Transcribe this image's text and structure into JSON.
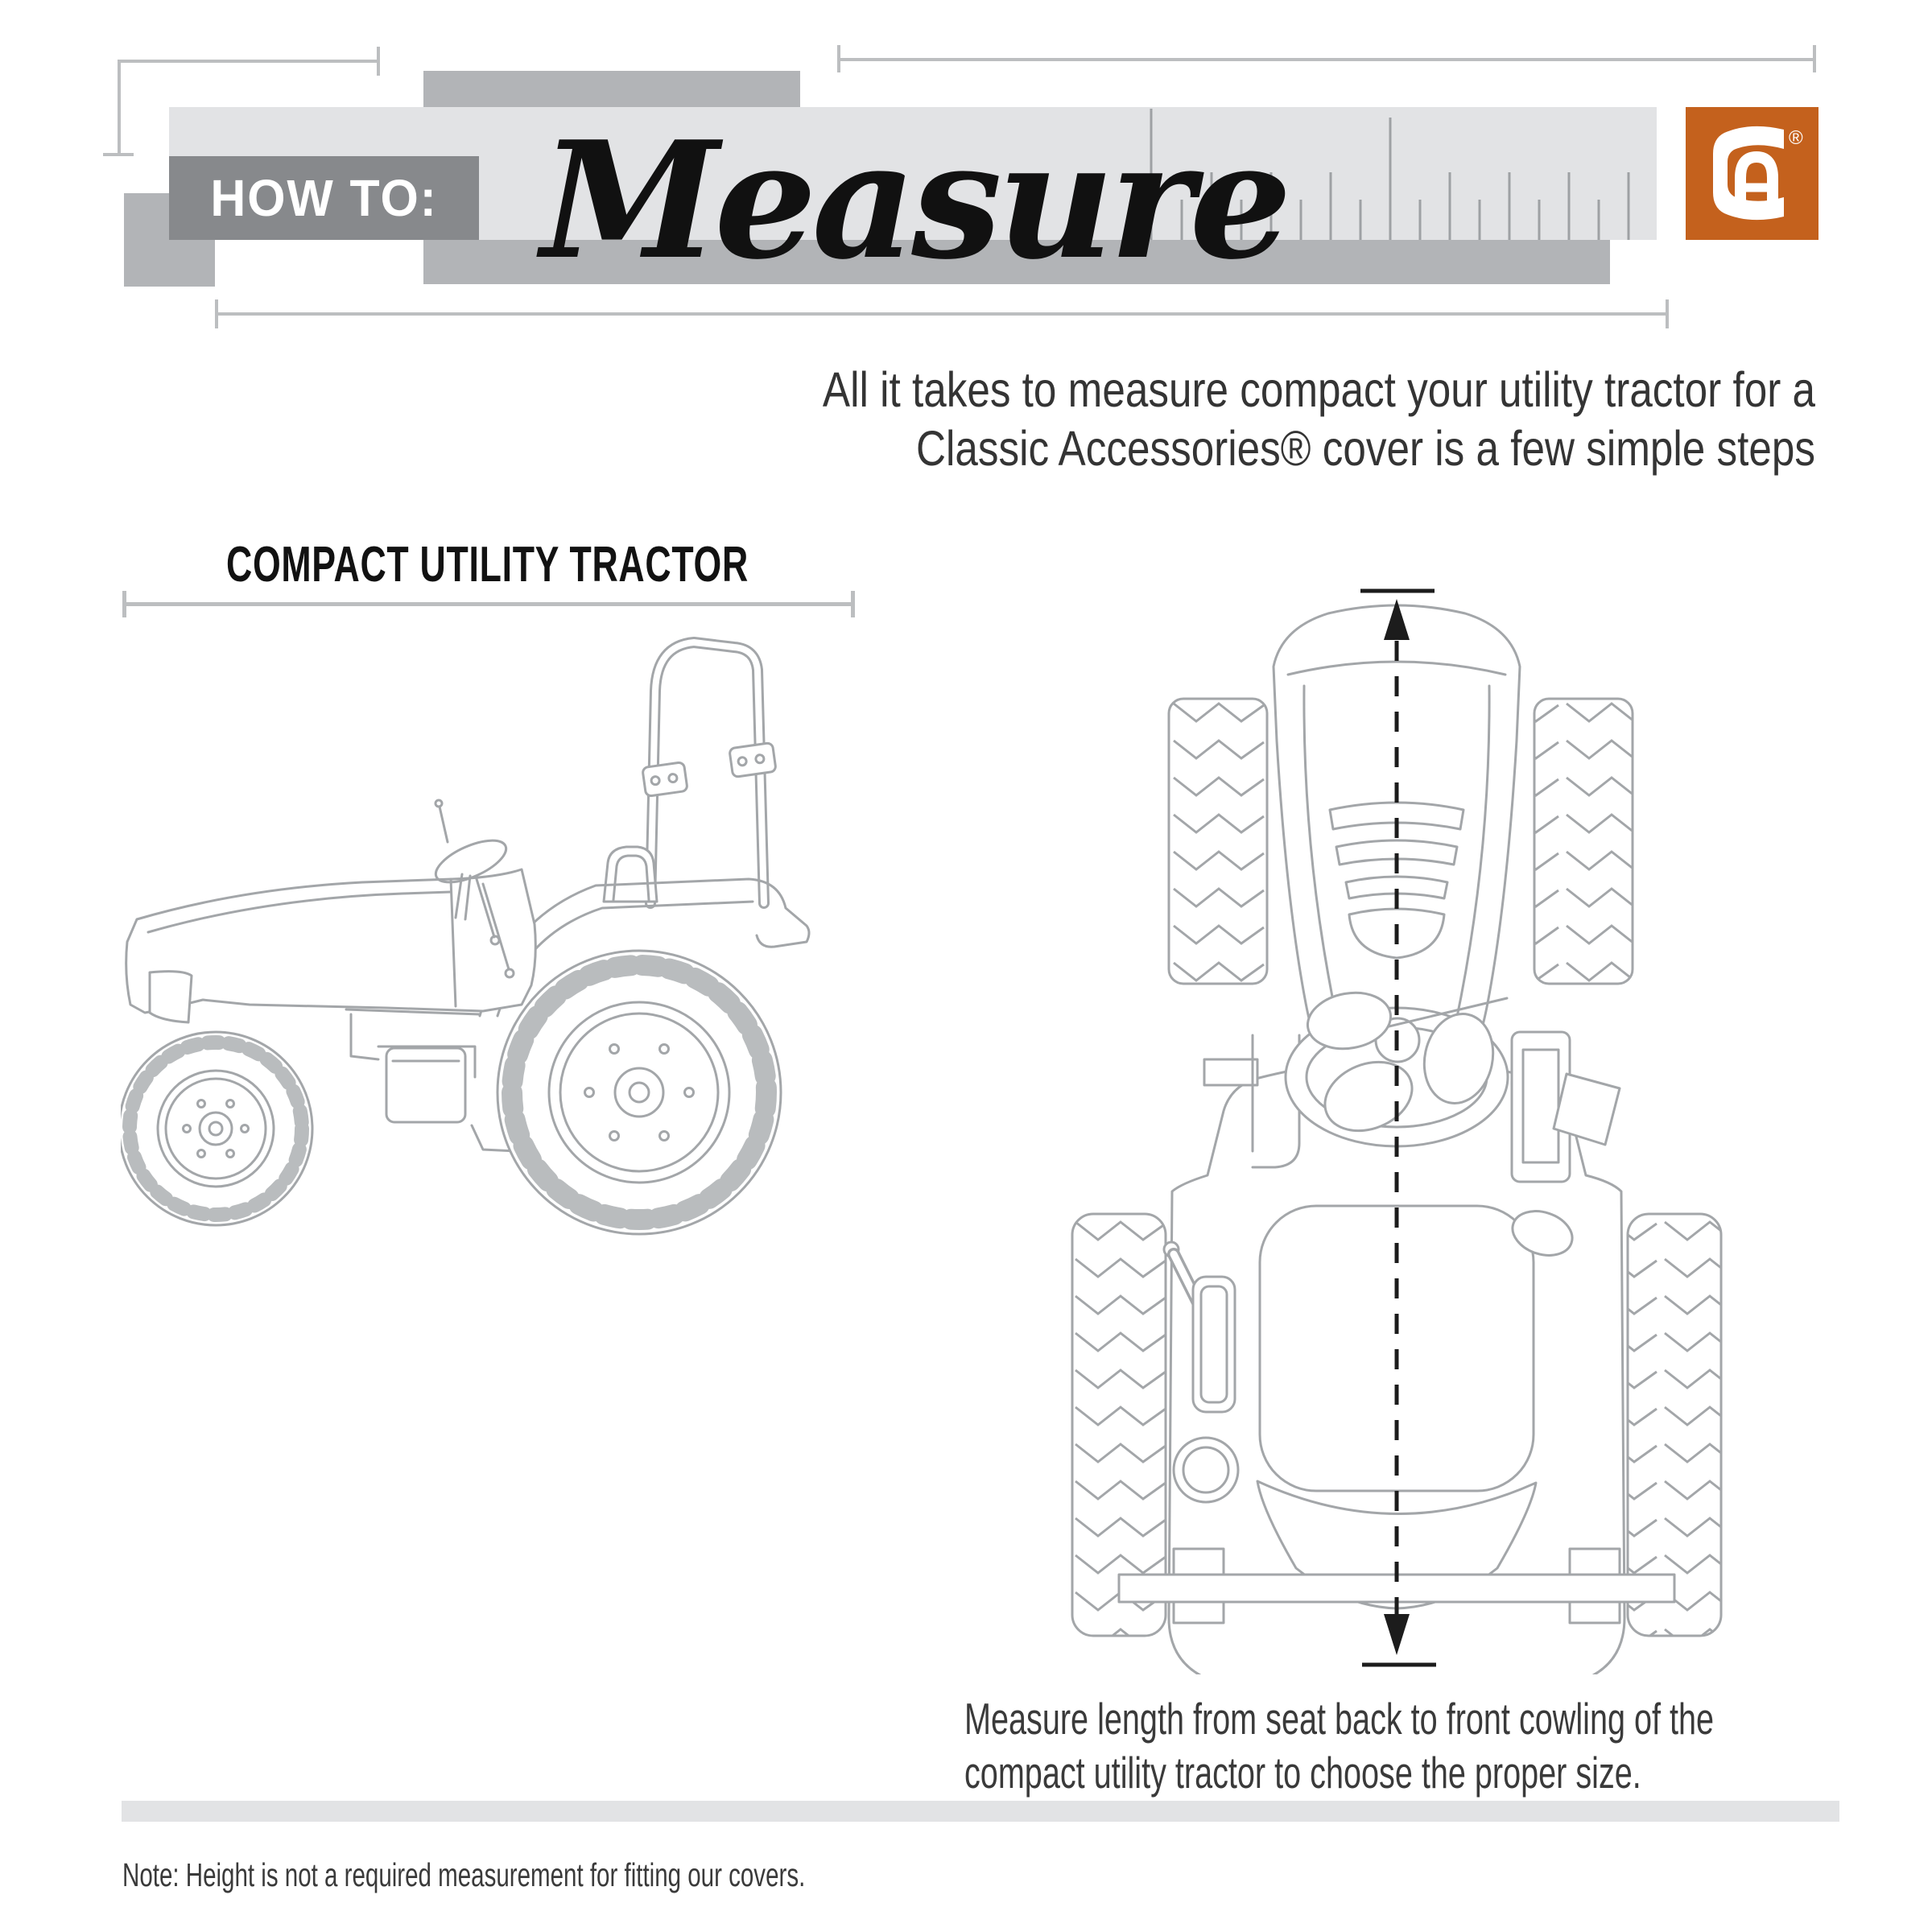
{
  "header": {
    "howto_label": "HOW TO:",
    "title_script": "Measure",
    "logo": {
      "name": "classic-accessories-monogram",
      "letter_c": "C",
      "letter_a": "A",
      "registered_mark": "®"
    }
  },
  "intro": {
    "line1": "All it takes to measure compact your utility tractor for a",
    "line2": "Classic Accessories® cover is a few simple steps"
  },
  "left_panel": {
    "heading": "COMPACT UTILITY TRACTOR"
  },
  "right_panel": {
    "caption_line1": "Measure length from seat back to front cowling of the",
    "caption_line2": "compact utility tractor to choose the proper size."
  },
  "footer": {
    "note": "Note: Height is not a required measurement for fitting our covers."
  },
  "colors": {
    "accent_orange": "#C4611D",
    "band_light_gray": "#E2E3E5",
    "block_medium_gray": "#B2B4B7",
    "howto_box_gray": "#87898C",
    "line_art_gray": "#A3A6A9",
    "measure_line_gray": "#BCBEC0",
    "text_dark": "#343434"
  }
}
